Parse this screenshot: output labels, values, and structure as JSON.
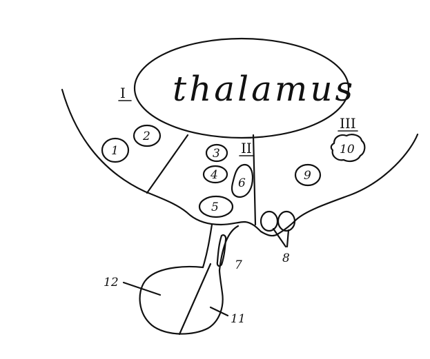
{
  "title": "thalamus",
  "regions": [
    "I",
    "II",
    "III"
  ],
  "labels": [
    "1",
    "2",
    "3",
    "4",
    "5",
    "6",
    "7",
    "8",
    "9",
    "10",
    "11",
    "12"
  ]
}
